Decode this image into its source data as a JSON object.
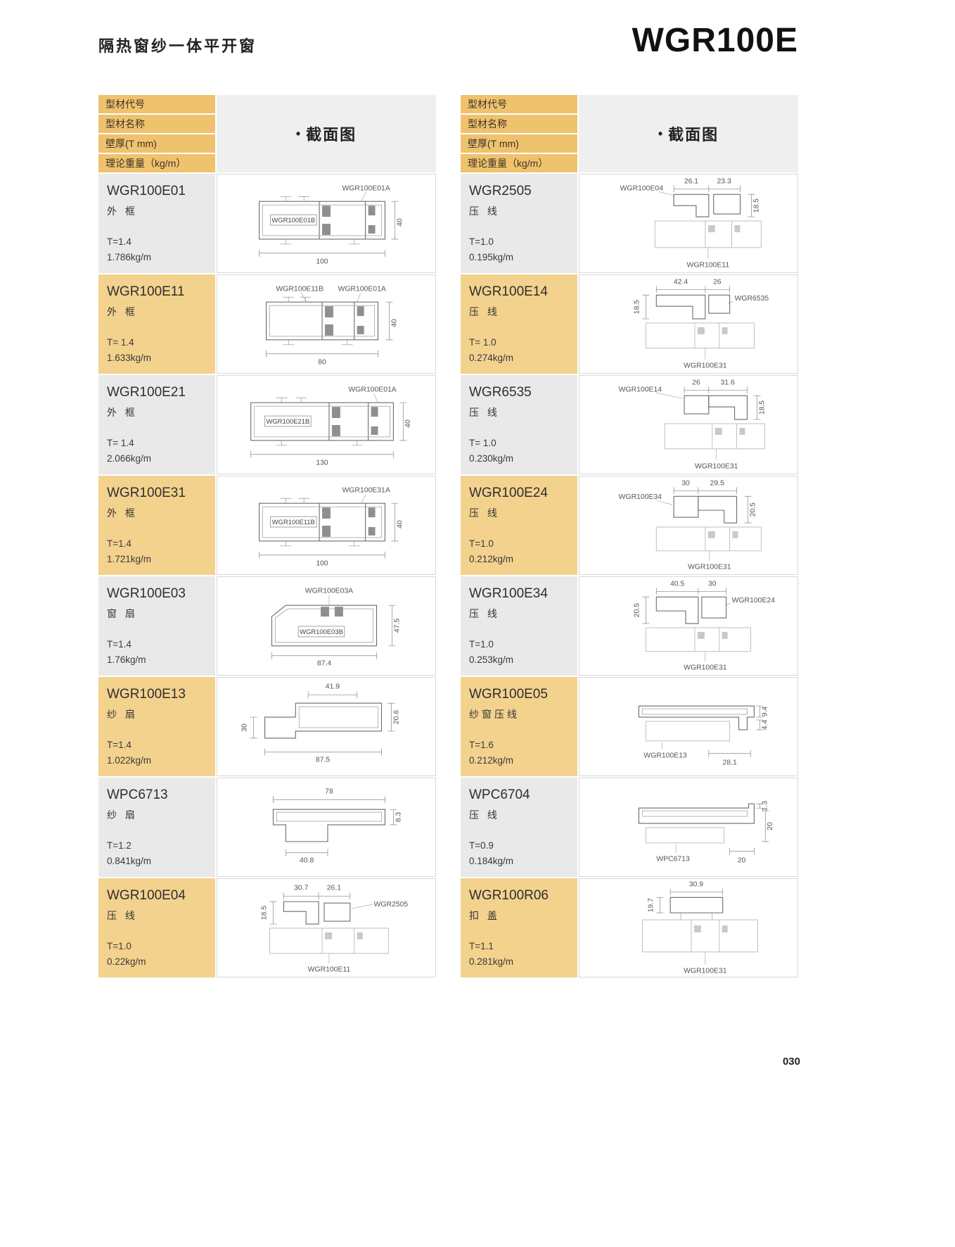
{
  "page": {
    "title": "隔热窗纱一体平开窗",
    "model": "WGR100E",
    "page_number": "030"
  },
  "head": {
    "fields": [
      "型材代号",
      "型材名称",
      "壁厚(T mm)",
      "理论重量（kg/m）"
    ],
    "bullet": "•",
    "section": "截面图"
  },
  "colors": {
    "header_gold": "#EFC26E",
    "row_gold": "#F3D28E",
    "row_gray": "#E9E9E9",
    "section_gray": "#EFEFEF"
  },
  "left": {
    "rows": [
      {
        "code": "WGR100E01",
        "name": "外 框",
        "t": "T=1.4",
        "w": "1.786kg/m",
        "d": {
          "refTop": "WGR100E01A",
          "boxed": "WGR100E01B",
          "dimRight": "40",
          "dimBottom": "100"
        }
      },
      {
        "code": "WGR100E11",
        "name": "外 框",
        "t": "T= 1.4",
        "w": "1.633kg/m",
        "d": {
          "refTopLeft": "WGR100E11B",
          "refTopRight": "WGR100E01A",
          "dimRight": "40",
          "dimBottom": "80"
        }
      },
      {
        "code": "WGR100E21",
        "name": "外 框",
        "t": "T= 1.4",
        "w": "2.066kg/m",
        "d": {
          "refTop": "WGR100E01A",
          "boxed": "WGR100E21B",
          "dimRight": "40",
          "dimBottom": "130"
        }
      },
      {
        "code": "WGR100E31",
        "name": "外 框",
        "t": "T=1.4",
        "w": "1.721kg/m",
        "d": {
          "refTop": "WGR100E31A",
          "boxed": "WGR100E11B",
          "dimRight": "40",
          "dimBottom": "100"
        }
      },
      {
        "code": "WGR100E03",
        "name": "窗 扇",
        "t": "T=1.4",
        "w": "1.76kg/m",
        "d": {
          "refTop": "WGR100E03A",
          "boxed": "WGR100E03B",
          "dimRight": "47.5",
          "dimBottom": "87.4"
        }
      },
      {
        "code": "WGR100E13",
        "name": "纱 扇",
        "t": "T=1.4",
        "w": "1.022kg/m",
        "d": {
          "dimTop": "41.9",
          "dimLeft": "30",
          "dimRight": "20.6",
          "dimBottom": "87.5"
        }
      },
      {
        "code": "WPC6713",
        "name": "纱 扇",
        "t": "T=1.2",
        "w": "0.841kg/m",
        "d": {
          "dimTop": "78",
          "dimRight": "8.3",
          "dimBottom": "40.8"
        }
      },
      {
        "code": "WGR100E04",
        "name": "压 线",
        "t": "T=1.0",
        "w": "0.22kg/m",
        "d": {
          "dimTop1": "30.7",
          "dimTop2": "26.1",
          "refRight": "WGR2505",
          "dimLeft": "18.5",
          "refBottom": "WGR100E11"
        }
      }
    ]
  },
  "right": {
    "rows": [
      {
        "code": "WGR2505",
        "name": "压 线",
        "t": "T=1.0",
        "w": "0.195kg/m",
        "d": {
          "refLeft": "WGR100E04",
          "dimTop1": "26.1",
          "dimTop2": "23.3",
          "dimRight": "18.5",
          "refBottom": "WGR100E11"
        }
      },
      {
        "code": "WGR100E14",
        "name": "压 线",
        "t": "T= 1.0",
        "w": "0.274kg/m",
        "d": {
          "dimTop1": "42.4",
          "dimTop2": "26",
          "refRight": "WGR6535",
          "dimLeft": "18.5",
          "refBottom": "WGR100E31"
        }
      },
      {
        "code": "WGR6535",
        "name": "压 线",
        "t": "T= 1.0",
        "w": "0.230kg/m",
        "d": {
          "refLeft": "WGR100E14",
          "dimTop1": "26",
          "dimTop2": "31.6",
          "dimRight": "18.5",
          "refBottom": "WGR100E31"
        }
      },
      {
        "code": "WGR100E24",
        "name": "压 线",
        "t": "T=1.0",
        "w": "0.212kg/m",
        "d": {
          "dimTop1": "30",
          "dimTop2": "29.5",
          "refLeft": "WGR100E34",
          "dimRight": "20.5",
          "refBottom": "WGR100E31"
        }
      },
      {
        "code": "WGR100E34",
        "name": "压 线",
        "t": "T=1.0",
        "w": "0.253kg/m",
        "d": {
          "dimTop1": "40.5",
          "dimTop2": "30",
          "refRight": "WGR100E24",
          "dimLeft": "20.5",
          "refBottom": "WGR100E31"
        }
      },
      {
        "code": "WGR100E05",
        "name": "纱窗压线",
        "t": "T=1.6",
        "w": "0.212kg/m",
        "d": {
          "dimRight1": "9.4",
          "refLeft": "WGR100E13",
          "dimBottom": "28.1",
          "dimRight2": "4.4"
        }
      },
      {
        "code": "WPC6704",
        "name": "压 线",
        "t": "T=0.9",
        "w": "0.184kg/m",
        "d": {
          "dimRight1": "1.3",
          "dimRight2": "20",
          "refBottom": "WPC6713",
          "dimBottom": "20"
        }
      },
      {
        "code": "WGR100R06",
        "name": "扣 盖",
        "t": "T=1.1",
        "w": "0.281kg/m",
        "d": {
          "dimTop": "30.9",
          "dimLeft": "19.7",
          "refBottom": "WGR100E31"
        }
      }
    ]
  }
}
